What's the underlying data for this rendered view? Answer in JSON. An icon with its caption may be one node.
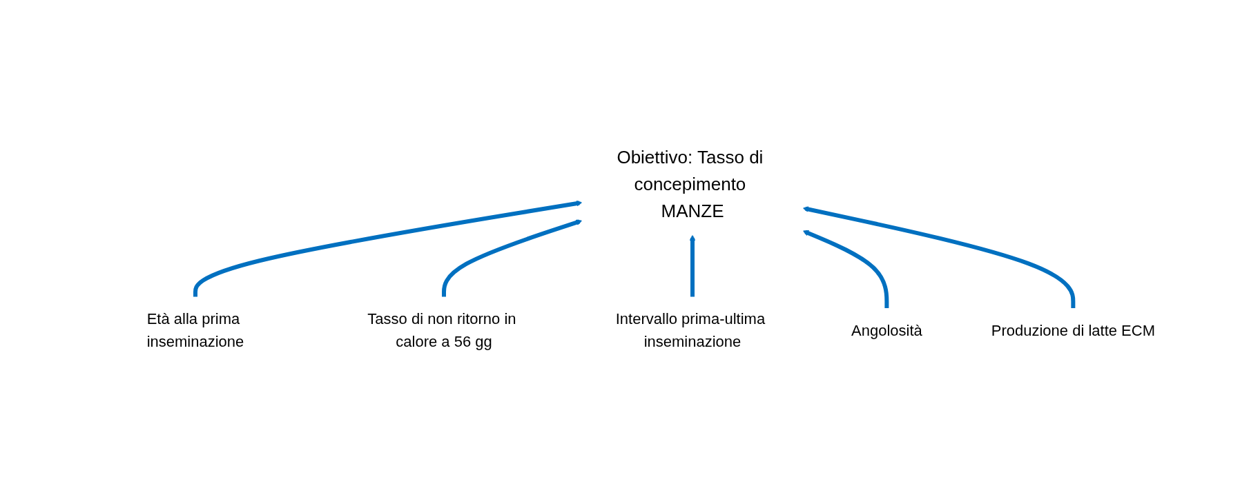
{
  "diagram": {
    "nodes": [
      {
        "text": [
          "Obiettivo: Tasso di concepimento MANZE"
        ]
      },
      {
        "text": [
          "Età alla prima inseminazione"
        ]
      },
      {
        "text": [
          "Tasso di non ritorno in calore a 56 gg"
        ]
      },
      {
        "text": [
          "Intervallo prima-ultima inseminazione"
        ]
      },
      {
        "text": [
          "Angolosità"
        ]
      },
      {
        "text": [
          "Produzione di latte ECM"
        ]
      }
    ],
    "edges": [
      {
        "from": 1,
        "to": 0,
        "arrow": "to"
      },
      {
        "from": 2,
        "to": 0,
        "arrow": "to"
      },
      {
        "from": 3,
        "to": 0,
        "arrow": "to"
      },
      {
        "from": 4,
        "to": 0,
        "arrow": "to"
      },
      {
        "from": 5,
        "to": 0,
        "arrow": "to"
      }
    ]
  }
}
